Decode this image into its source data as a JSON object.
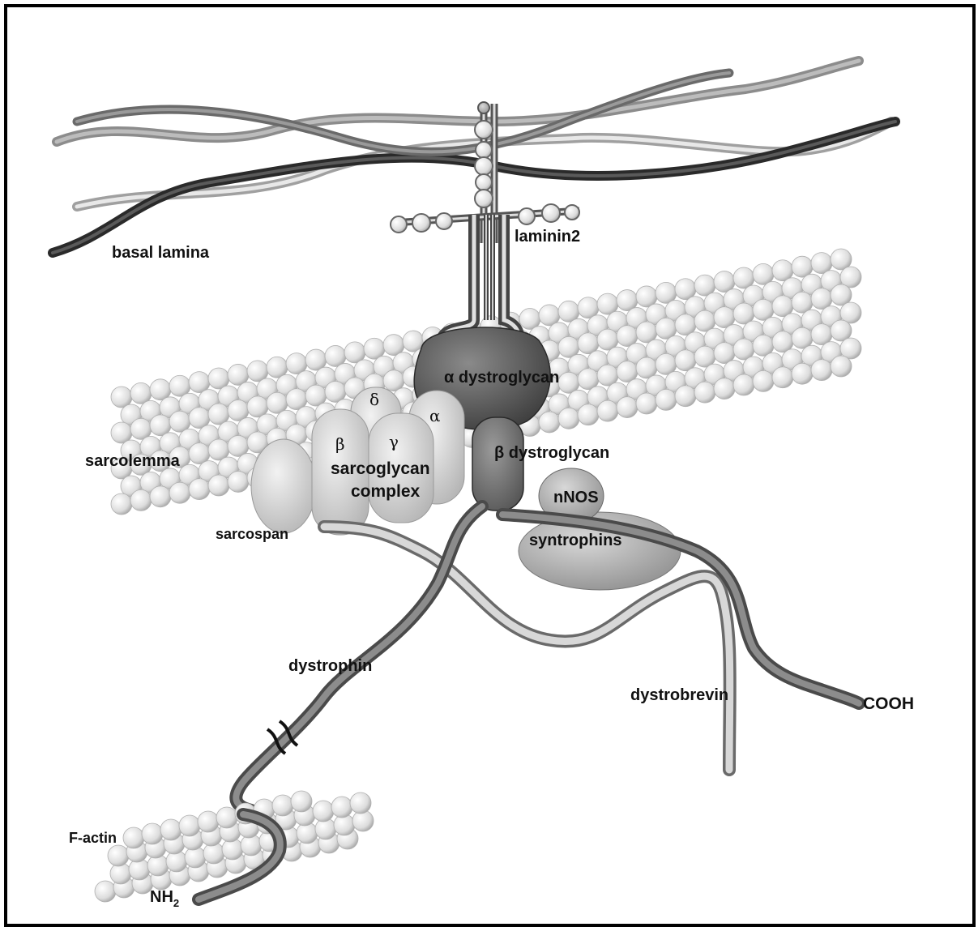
{
  "diagram": {
    "labels": {
      "basal_lamina": "basal lamina",
      "laminin2": "laminin2",
      "alpha_dystroglycan": "α dystroglycan",
      "beta_dystroglycan": "β dystroglycan",
      "sarcolemma": "sarcolemma",
      "delta": "δ",
      "alpha": "α",
      "beta": "β",
      "gamma": "γ",
      "sarcoglycan": "sarcoglycan",
      "complex": "complex",
      "sarcospan": "sarcospan",
      "nnos": "nNOS",
      "syntrophins": "syntrophins",
      "dystrophin": "dystrophin",
      "dystrobrevin": "dystrobrevin",
      "cooh": "COOH",
      "f_actin": "F-actin",
      "nh2": "NH",
      "nh2_sub": "2"
    },
    "colors": {
      "membrane": "#e6e6e6",
      "alpha_dg": "#4a4a4a",
      "beta_dg": "#6a6a6a",
      "sarcoglycan": "#d2d2d2",
      "dystrophin": "#7a7a7a",
      "dystrobrevin": "#c8c8c8"
    }
  }
}
